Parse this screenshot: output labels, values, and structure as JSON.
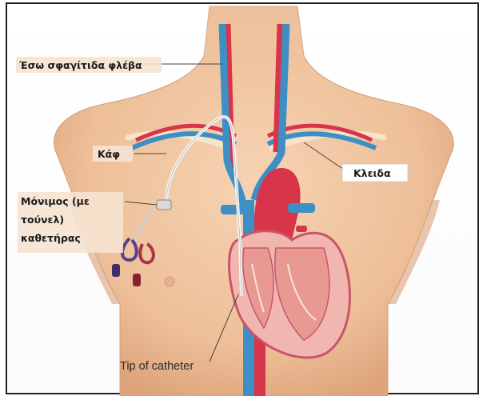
{
  "labels": {
    "jugular_vein": "Έσω σφαγίτιδα φλέβα",
    "cuff": "Κάφ",
    "clavicle": "Κλειδα",
    "catheter_line1": "Μόνιμος (με",
    "catheter_line2": "τούνελ)",
    "catheter_line3": "καθετήρας",
    "catheter_tip": "Tip of catheter"
  },
  "colors": {
    "skin": "#f2c9a4",
    "skin_shadow": "#e3ad86",
    "vein_blue": "#3d8fc6",
    "artery_red": "#d8344a",
    "heart_pink": "#f2b6b0",
    "border": "#222222"
  }
}
